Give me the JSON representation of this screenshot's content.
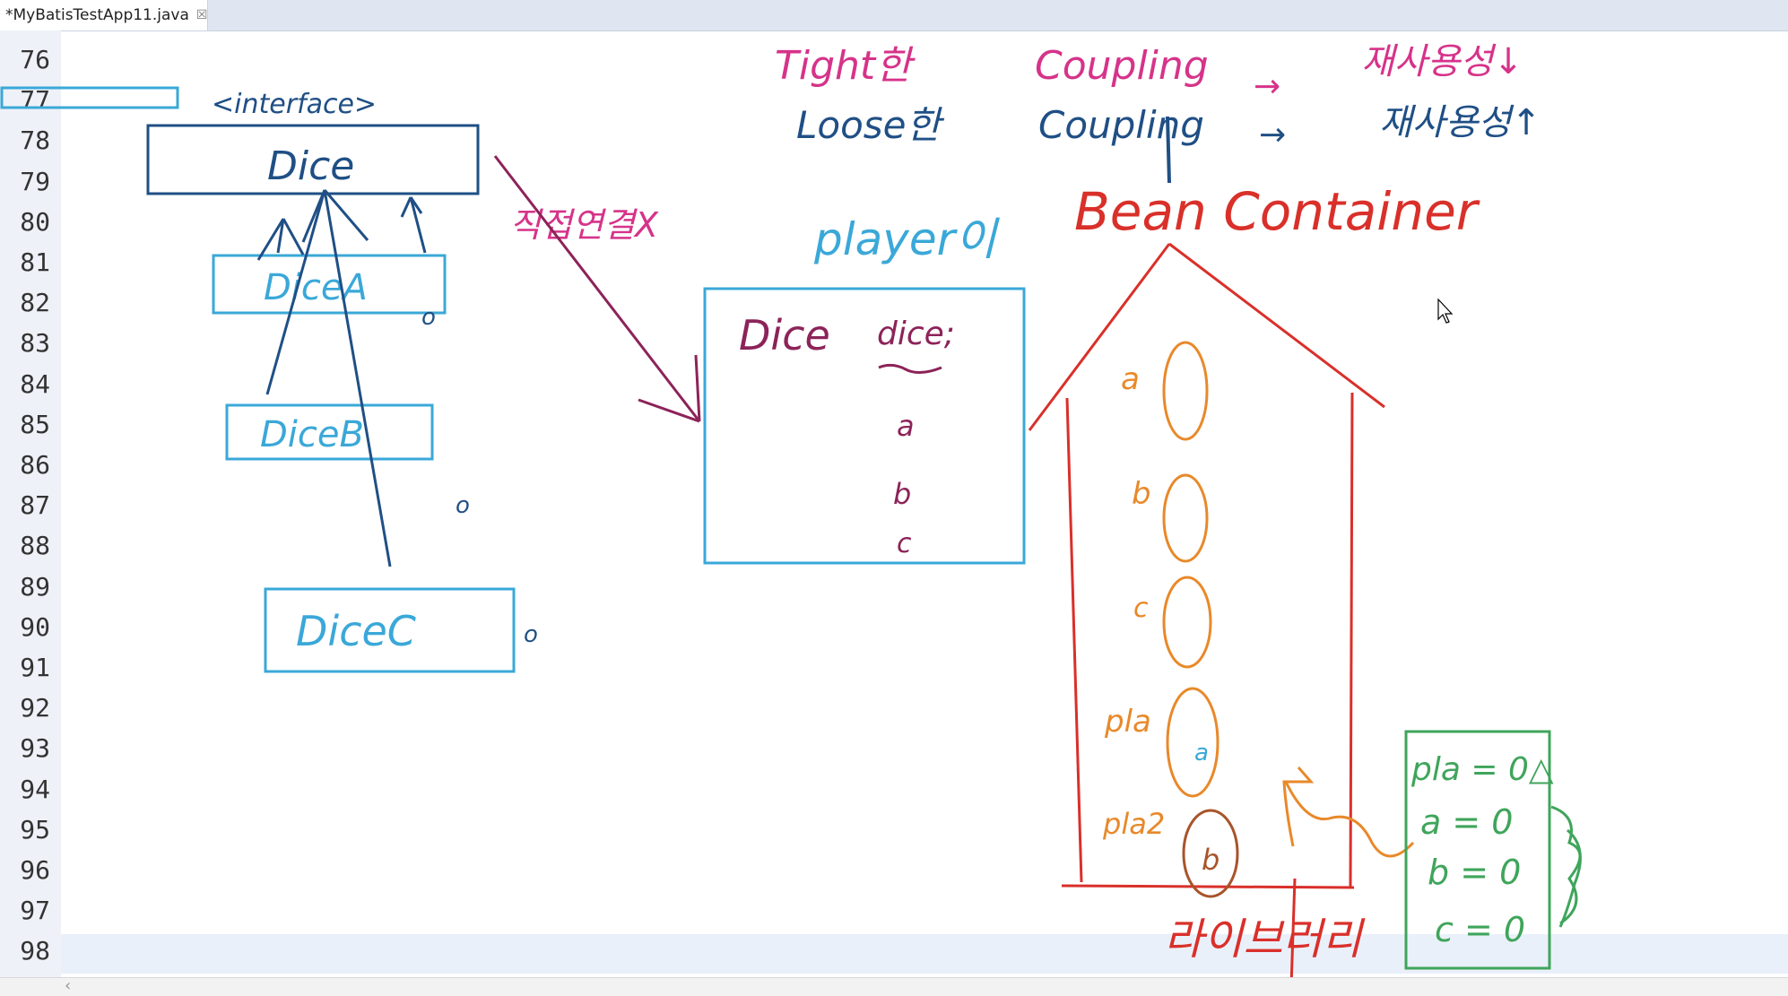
{
  "editor": {
    "tab_title": "*MyBatisTestApp11.java",
    "tab_close": "☒",
    "line_numbers": [
      "76",
      "77",
      "78",
      "79",
      "80",
      "81",
      "82",
      "83",
      "84",
      "85",
      "86",
      "87",
      "88",
      "89",
      "90",
      "91",
      "92",
      "93",
      "94",
      "95",
      "96",
      "97",
      "98"
    ]
  },
  "annotations": {
    "interface_label": "<interface>",
    "dice": "Dice",
    "dice_a": "DiceA",
    "dice_b": "DiceB",
    "dice_c": "DiceC",
    "direct_link": "직접연결X",
    "player_label": "player이",
    "player_field_type": "Dice",
    "player_field_name": "dice;",
    "player_a": "a",
    "player_b": "b",
    "player_c": "c",
    "tight": "Tight한",
    "loose": "Loose한",
    "coupling1": "Coupling",
    "coupling2": "Coupling",
    "arrow1": "→",
    "arrow2": "→",
    "reuse_down": "재사용성↓",
    "reuse_up": "재사용성↑",
    "bean_container": "Bean Container",
    "bean_a": "a",
    "bean_b": "b",
    "bean_c": "c",
    "bean_pla": "pla",
    "bean_pla2": "pla2",
    "library": "라이브러리",
    "config_line1": "pla = 0△",
    "config_line2": "a = 0",
    "config_line3": "b = 0",
    "config_line4": "c = 0",
    "mark_o": "o"
  },
  "colors": {
    "navy": "#1f4f85",
    "cyan": "#3aa8d8",
    "magenta": "#d6338a",
    "purple": "#8c2359",
    "red": "#d9302a",
    "orange": "#e8892a",
    "green": "#3fa55b",
    "brown": "#a8542a"
  }
}
